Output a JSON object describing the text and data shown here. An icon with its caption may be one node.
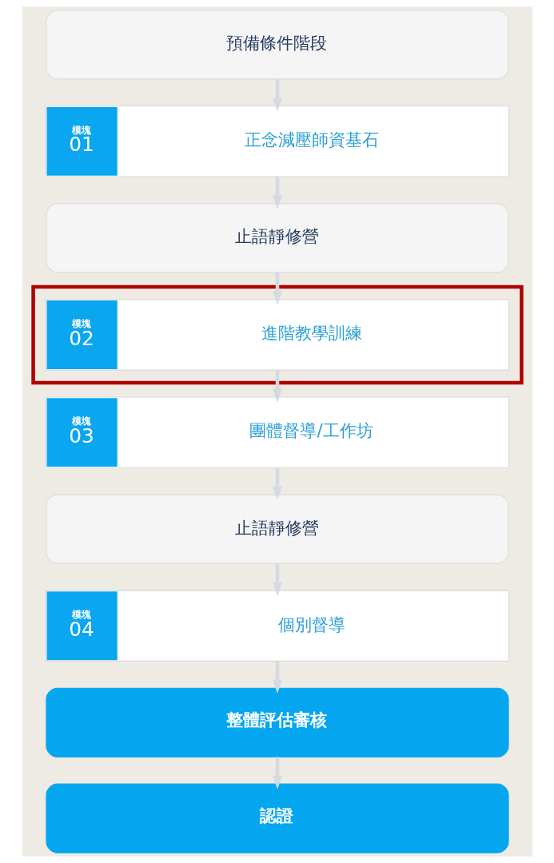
{
  "diagram": {
    "nodes": [
      {
        "text": [
          "預備條件階段"
        ]
      },
      {
        "text": [
          "模塊",
          "01",
          "正念減壓師資基石"
        ]
      },
      {
        "text": [
          "止語靜修營"
        ]
      },
      {
        "text": [],
        "shape": "box"
      },
      {
        "text": [
          "模塊",
          "02",
          "進階教學訓練"
        ],
        "in": 3
      },
      {
        "text": [
          "模塊",
          "03",
          "團體督導/工作坊"
        ]
      },
      {
        "text": [
          "止語靜修營"
        ]
      },
      {
        "text": [
          "模塊",
          "04",
          "個別督導"
        ]
      },
      {
        "text": [
          "整體評估審核"
        ]
      },
      {
        "text": [
          "認證"
        ]
      }
    ],
    "edges": [
      {
        "from": 0,
        "to": 1,
        "arrow": "to"
      },
      {
        "from": 1,
        "to": 2,
        "arrow": "to"
      },
      {
        "from": 2,
        "to": 4,
        "arrow": "to"
      },
      {
        "from": 4,
        "to": 5,
        "arrow": "to"
      },
      {
        "from": 5,
        "to": 6,
        "arrow": "to"
      },
      {
        "from": 6,
        "to": 7,
        "arrow": "to"
      },
      {
        "from": 7,
        "to": 8,
        "arrow": "to"
      },
      {
        "from": 8,
        "to": 9,
        "arrow": "to"
      }
    ]
  }
}
